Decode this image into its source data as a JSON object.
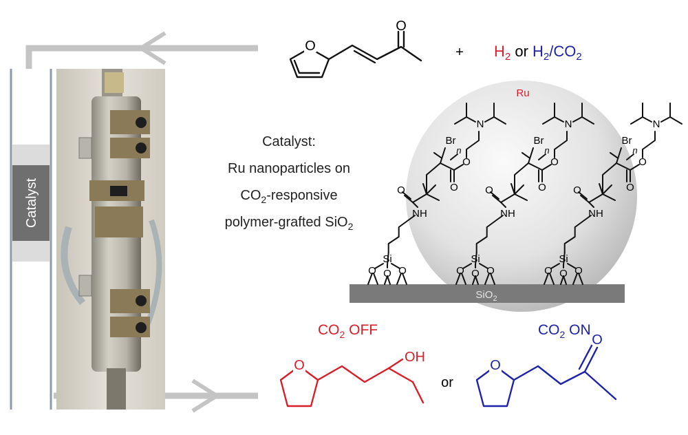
{
  "reactant": {
    "plus": "+",
    "o_label": "O",
    "carbonyl_o": "O"
  },
  "gases": {
    "h2": "H",
    "h2_sub": "2",
    "or": " or ",
    "h2co2": "H",
    "h2co2_sub": "2",
    "h2co2_rest": "/CO",
    "h2co2_sub2": "2"
  },
  "column": {
    "label": "Catalyst"
  },
  "catalyst_text": {
    "line1": "Catalyst:",
    "line2": "Ru nanoparticles on",
    "line3_a": "CO",
    "line3_sub": "2",
    "line3_b": "-responsive",
    "line4_a": "polymer-grafted SiO",
    "line4_sub": "2"
  },
  "particle": {
    "label": "Ru"
  },
  "support": {
    "label": "SiO",
    "label_sub": "2"
  },
  "chem_labels": {
    "si": "Si",
    "o": "O",
    "nh": "NH",
    "br": "Br",
    "n_repeat": "n",
    "n": "N"
  },
  "products": {
    "off_a": "CO",
    "off_sub": "2",
    "off_b": " OFF",
    "on_a": "CO",
    "on_sub": "2",
    "on_b": " ON",
    "or": "or",
    "alcohol_o": "O",
    "alcohol_oh": "OH",
    "ketone_o": "O",
    "ketone_co": "O"
  },
  "colors": {
    "off": "#d81e28",
    "on": "#1c23a8",
    "arrow": "#c4c4c4",
    "ru": "#d81e28",
    "support": "#7a7a7a"
  }
}
